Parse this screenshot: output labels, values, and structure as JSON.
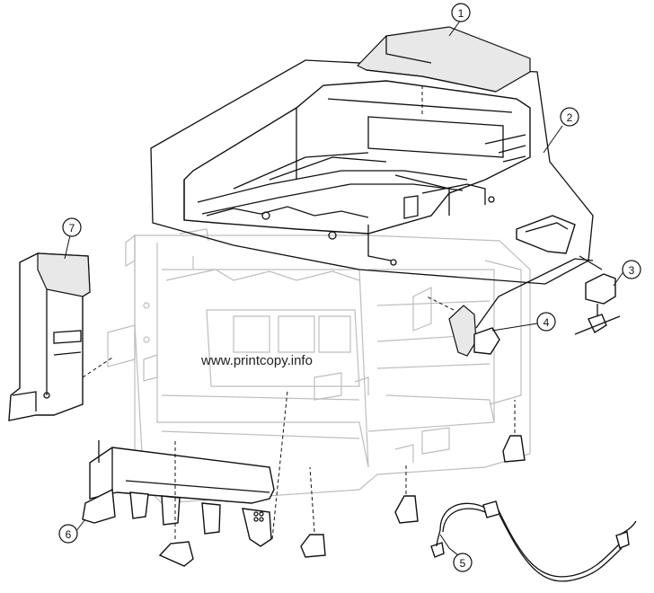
{
  "watermark": "www.printcopy.info",
  "callouts": [
    {
      "id": "1",
      "label": "1"
    },
    {
      "id": "2",
      "label": "2"
    },
    {
      "id": "3",
      "label": "3"
    },
    {
      "id": "4",
      "label": "4"
    },
    {
      "id": "5",
      "label": "5"
    },
    {
      "id": "6",
      "label": "6"
    },
    {
      "id": "7",
      "label": "7"
    }
  ]
}
